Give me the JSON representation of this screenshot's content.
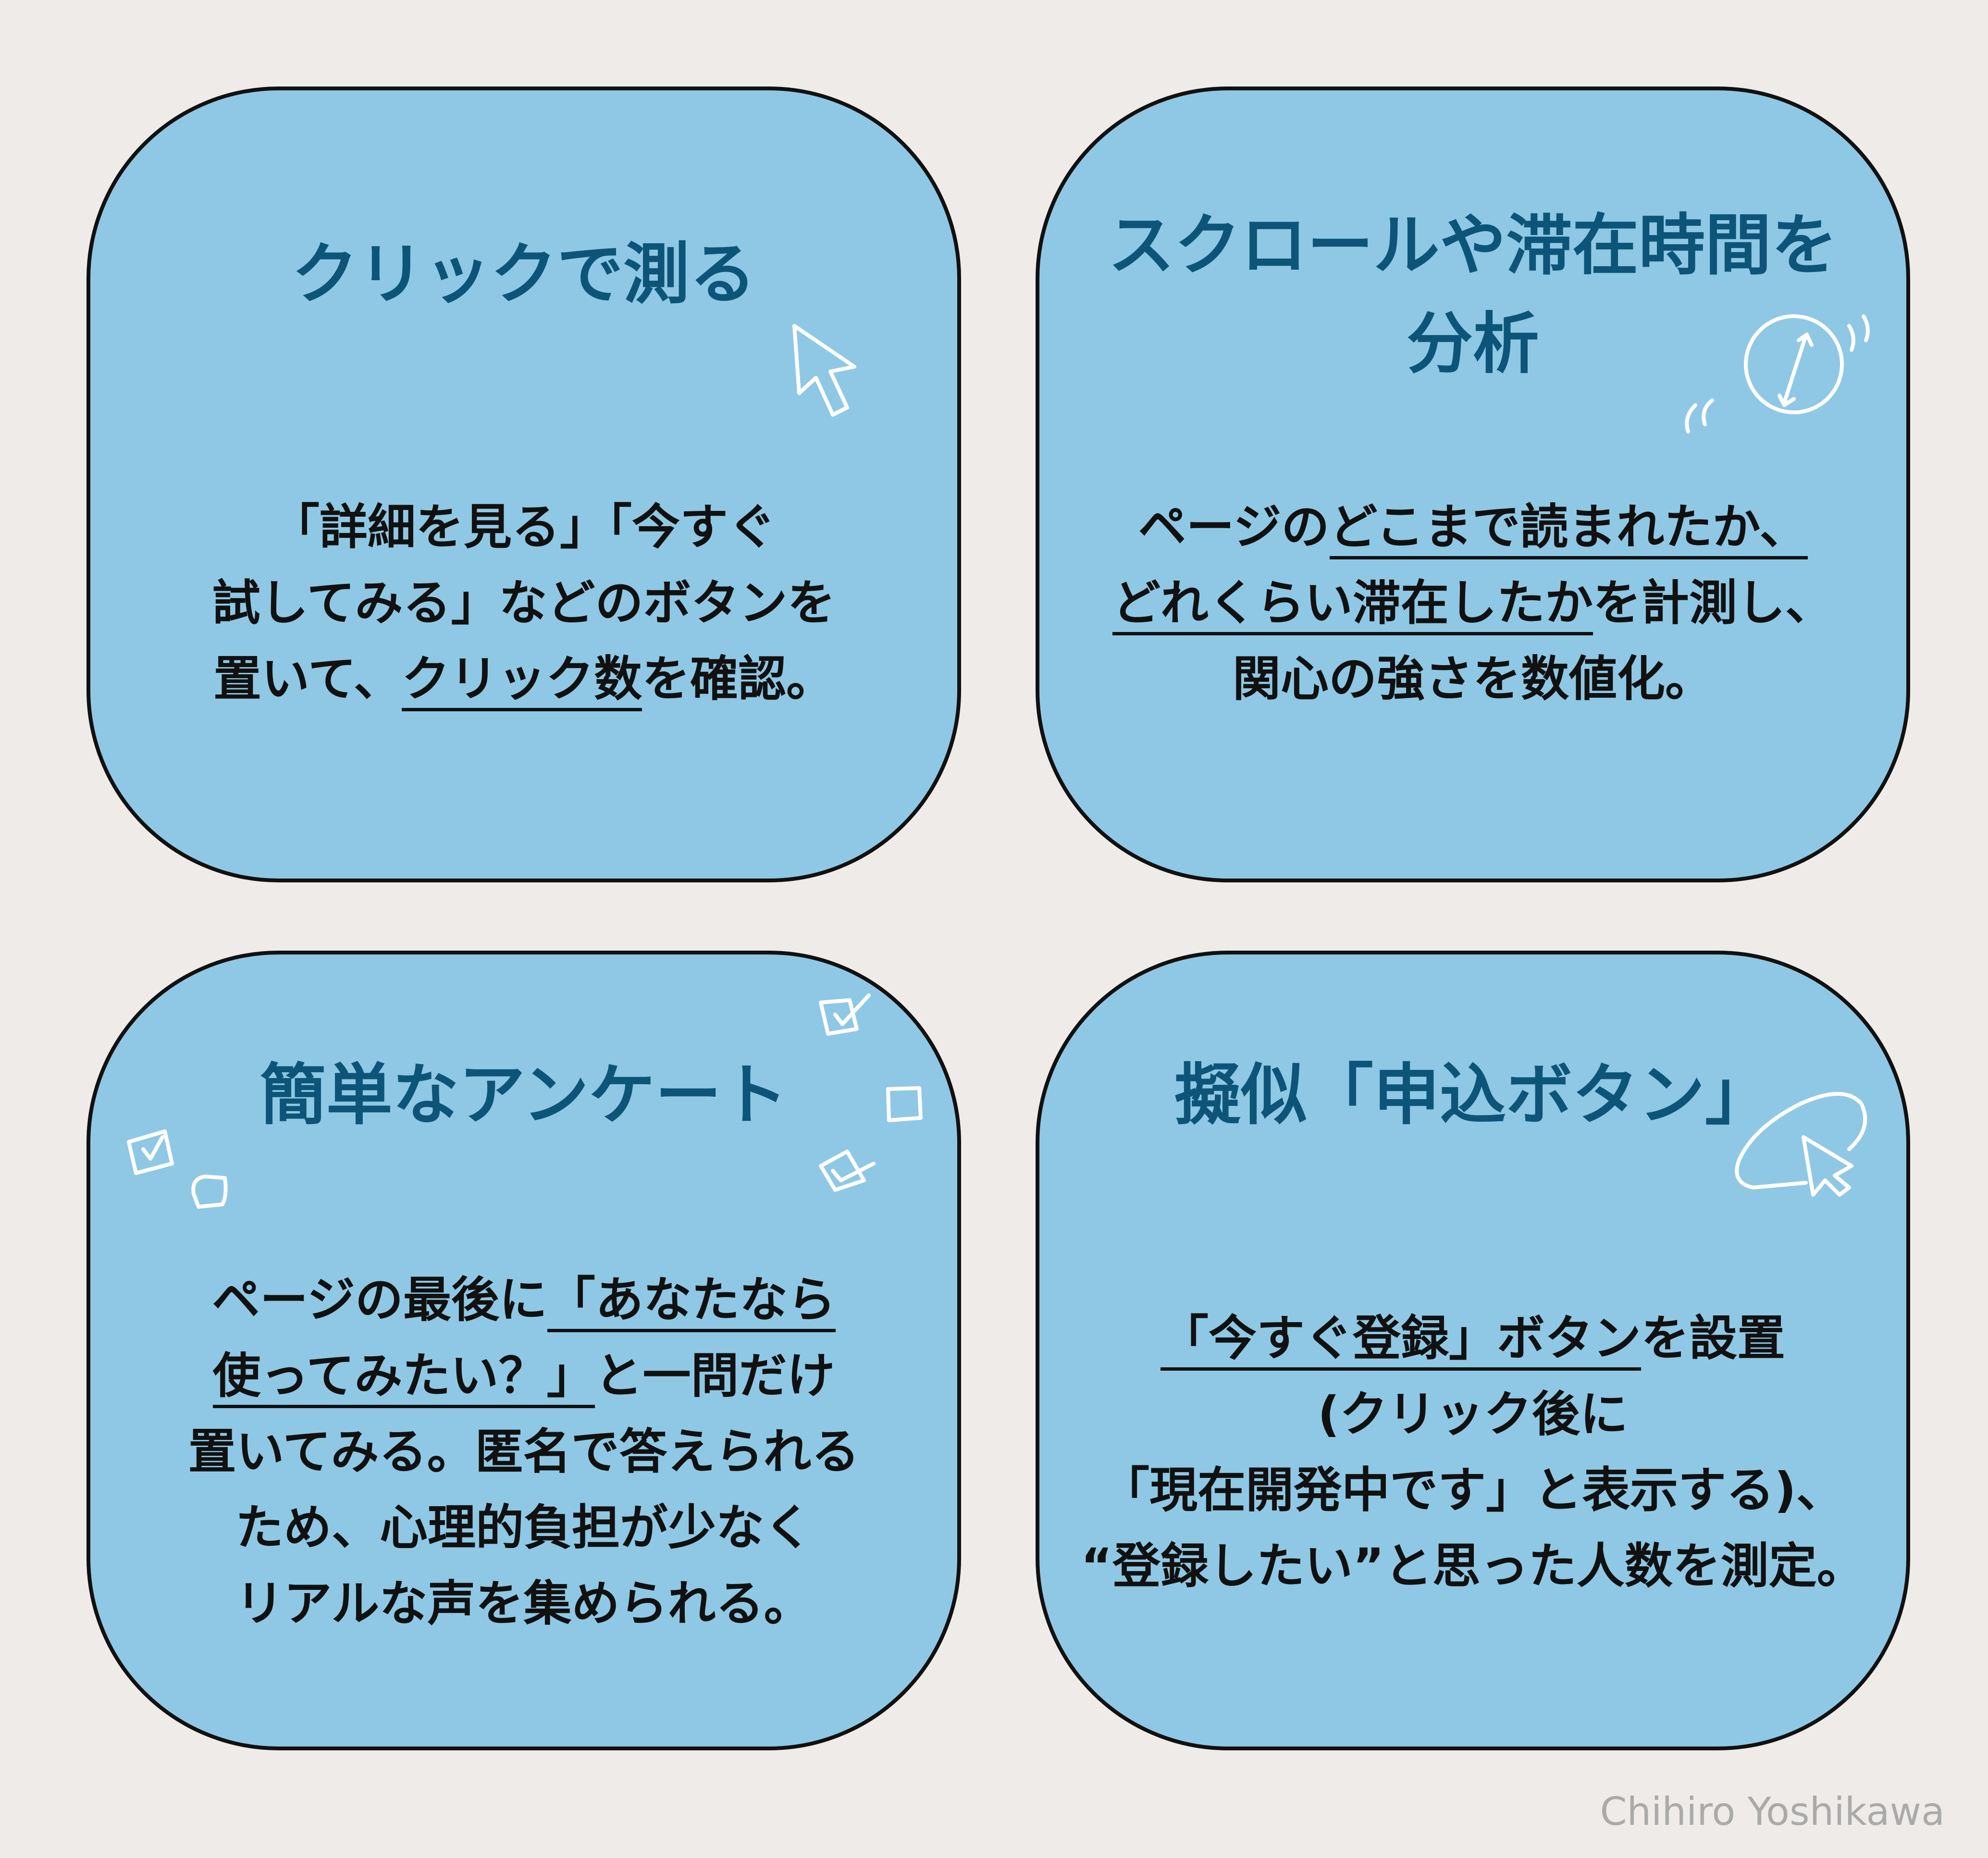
{
  "cards": [
    {
      "title": [
        "クリックで測る"
      ],
      "body": [
        [
          {
            "t": "「詳細を見る」「今すぐ",
            "u": false
          }
        ],
        [
          {
            "t": "試してみる」などのボタンを",
            "u": false
          }
        ],
        [
          {
            "t": "置いて、",
            "u": false
          },
          {
            "t": "クリック数",
            "u": true
          },
          {
            "t": "を確認。",
            "u": false
          }
        ]
      ],
      "icon": "cursor-arrow-icon"
    },
    {
      "title": [
        "スクロールや滞在時間を",
        "分析"
      ],
      "body": [
        [
          {
            "t": "ページの",
            "u": false
          },
          {
            "t": "どこまで読まれたか、",
            "u": true
          }
        ],
        [
          {
            "t": "どれくらい滞在したか",
            "u": true
          },
          {
            "t": "を計測し、",
            "u": false
          }
        ],
        [
          {
            "t": "関心の強さを数値化。",
            "u": false
          }
        ]
      ],
      "icon": "clock-icon"
    },
    {
      "title": [
        "簡単なアンケート"
      ],
      "body": [
        [
          {
            "t": "ページの最後に",
            "u": false
          },
          {
            "t": "「あなたなら",
            "u": true
          }
        ],
        [
          {
            "t": "使ってみたい？」",
            "u": true
          },
          {
            "t": "と一問だけ",
            "u": false
          }
        ],
        [
          {
            "t": "置いてみる。匿名で答えられる",
            "u": false
          }
        ],
        [
          {
            "t": "ため、心理的負担が少なく",
            "u": false
          }
        ],
        [
          {
            "t": "リアルな声を集められる。",
            "u": false
          }
        ]
      ],
      "icon": "checkbox-icon"
    },
    {
      "title": [
        "擬似「申込ボタン」"
      ],
      "body": [
        [
          {
            "t": "「今すぐ登録」ボタン",
            "u": true
          },
          {
            "t": "を設置",
            "u": false
          }
        ],
        [
          {
            "t": "(クリック後に",
            "u": false
          }
        ],
        [
          {
            "t": "「現在開発中です」と表示する)、",
            "u": false
          }
        ],
        [
          {
            "t": "“登録したい”と思った人数を測定。",
            "u": false
          }
        ]
      ],
      "icon": "button-click-icon"
    }
  ],
  "credit": "Chihiro Yoshikawa",
  "colors": {
    "background": "#efebe9",
    "card": "#8fc8e4",
    "title": "#0d5578",
    "text": "#111111"
  }
}
